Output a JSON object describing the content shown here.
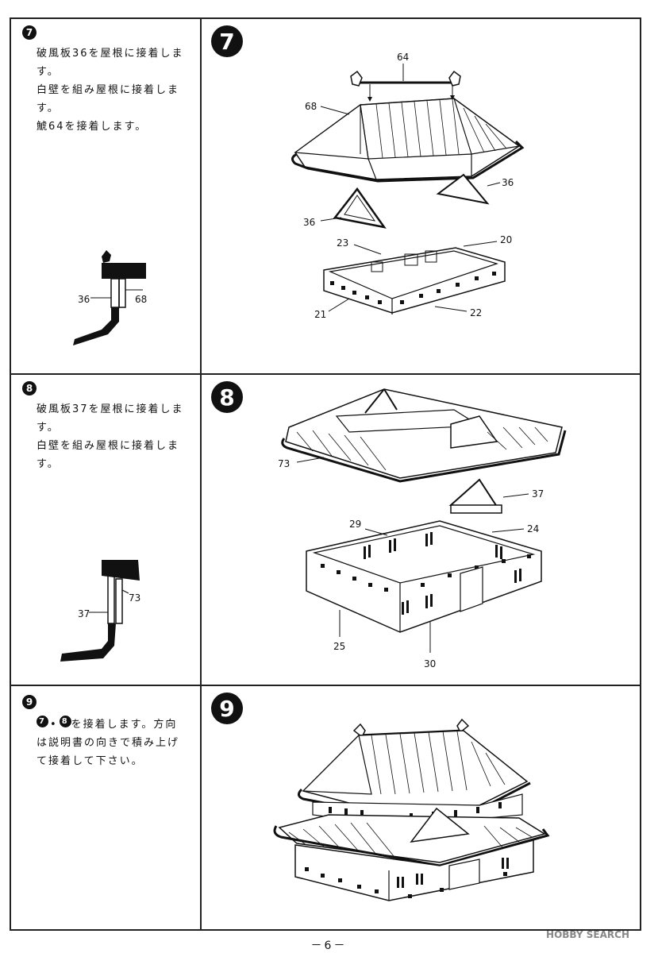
{
  "steps": [
    {
      "number": "7",
      "instructions": "破風板36を屋根に接着しま\nす。\n白壁を組み屋根に接着しま\nす。\n鯱64を接着します。",
      "detail_labels": [
        "36",
        "68"
      ],
      "diagram_labels": [
        "64",
        "68",
        "36",
        "36",
        "23",
        "20",
        "21",
        "22"
      ]
    },
    {
      "number": "8",
      "instructions": "破風板37を屋根に接着しま\nす。\n白壁を組み屋根に接着しま\nす。",
      "detail_labels": [
        "37",
        "73"
      ],
      "diagram_labels": [
        "73",
        "37",
        "29",
        "24",
        "25",
        "30"
      ]
    },
    {
      "number": "9",
      "circle_refs": [
        "7",
        "8"
      ],
      "instructions_tail": "を接着します。方向\nは説明書の向きで積み上げ\nて接着して下さい。",
      "diagram_labels": []
    }
  ],
  "page_number": "－6－",
  "watermark": "HOBBY SEARCH"
}
